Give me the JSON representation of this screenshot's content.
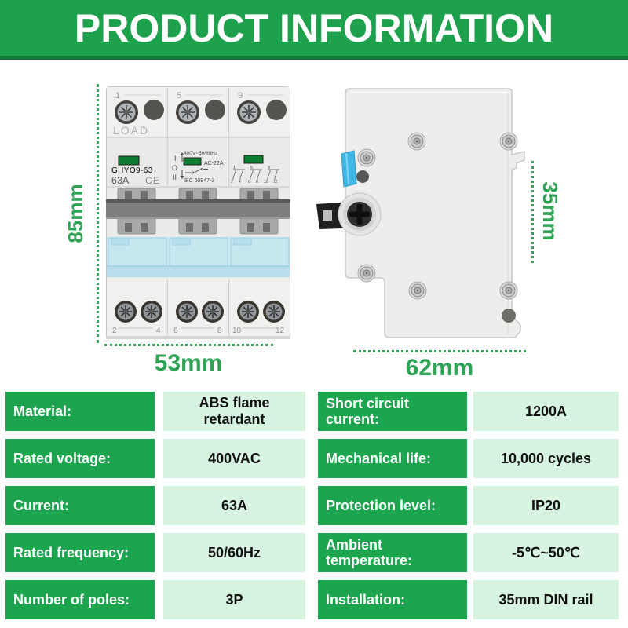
{
  "header": {
    "title": "PRODUCT INFORMATION"
  },
  "colors": {
    "header_green": "#1DA14C",
    "header_green_dark": "#117A38",
    "label_green": "#1CA44F",
    "value_mint": "#D7F4E0",
    "dimension_green": "#2FA355",
    "indicator_green": "#0B7C30",
    "cover_blue": "#C6E6F0"
  },
  "dimensions": {
    "front_height": "85mm",
    "front_width": "53mm",
    "side_rail": "35mm",
    "side_depth": "62mm"
  },
  "front_view": {
    "load_label": "LOAD",
    "model": "GHYO9-63",
    "rated_current": "63A",
    "ce_mark": "CE",
    "voltage_freq": "400V~50/60Hz",
    "utilization_category": "AC-22A",
    "standard": "IEC 60947-3",
    "position_i": "I",
    "position_o": "O",
    "position_ii": "II",
    "top_terminals": [
      "1",
      "5",
      "9"
    ],
    "bottom_terminals": [
      "2",
      "4",
      "6",
      "8",
      "10",
      "12"
    ],
    "diagram_terminals": [
      "1",
      "5",
      "9"
    ]
  },
  "spec_table": {
    "left": [
      {
        "label": "Material:",
        "value": "ABS flame\nretardant"
      },
      {
        "label": "Rated voltage:",
        "value": "400VAC"
      },
      {
        "label": "Current:",
        "value": "63A"
      },
      {
        "label": "Rated frequency:",
        "value": "50/60Hz"
      },
      {
        "label": "Number of poles:",
        "value": "3P"
      }
    ],
    "right": [
      {
        "label": "Short circuit\ncurrent:",
        "value": "1200A"
      },
      {
        "label": "Mechanical life:",
        "value": "10,000 cycles"
      },
      {
        "label": "Protection level:",
        "value": "IP20"
      },
      {
        "label": "Ambient\ntemperature:",
        "value": "-5℃~50℃"
      },
      {
        "label": "Installation:",
        "value": "35mm DIN rail"
      }
    ]
  }
}
